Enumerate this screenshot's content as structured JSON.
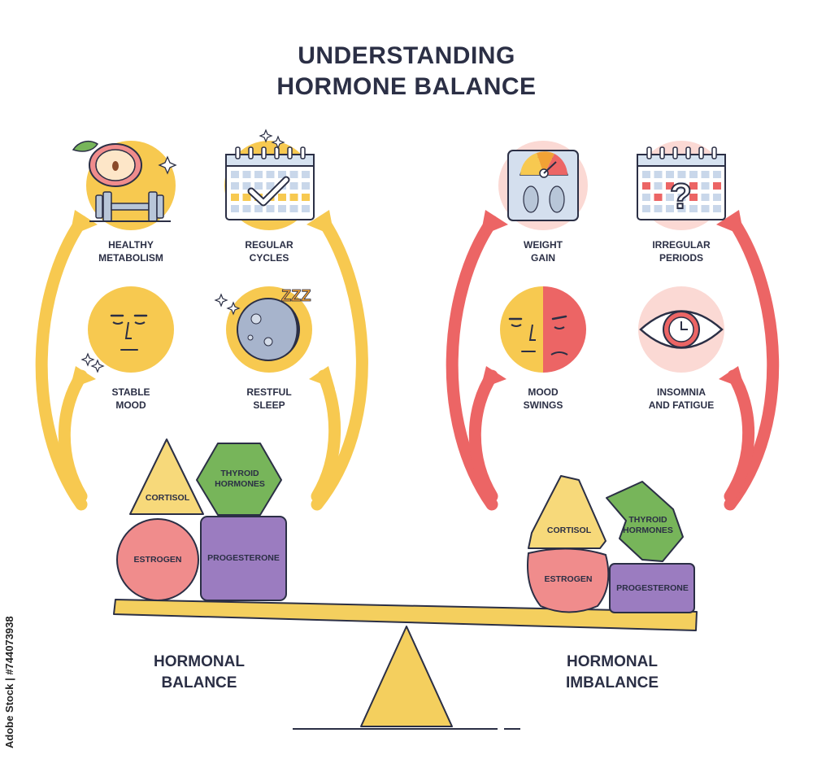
{
  "title": {
    "line1": "UNDERSTANDING",
    "line2": "HORMONE BALANCE"
  },
  "balance": {
    "heading": {
      "line1": "HORMONAL",
      "line2": "BALANCE"
    },
    "effects": [
      {
        "line1": "HEALTHY",
        "line2": "METABOLISM",
        "icon": "apple-dumbbell-icon"
      },
      {
        "line1": "REGULAR",
        "line2": "CYCLES",
        "icon": "calendar-check-icon"
      },
      {
        "line1": "STABLE",
        "line2": "MOOD",
        "icon": "calm-face-icon"
      },
      {
        "line1": "RESTFUL",
        "line2": "SLEEP",
        "icon": "moon-zzz-icon"
      }
    ],
    "hormones": {
      "cortisol": "CORTISOL",
      "thyroid_line1": "THYROID",
      "thyroid_line2": "HORMONES",
      "estrogen": "ESTROGEN",
      "progesterone": "PROGESTERONE"
    }
  },
  "imbalance": {
    "heading": {
      "line1": "HORMONAL",
      "line2": "IMBALANCE"
    },
    "effects": [
      {
        "line1": "WEIGHT",
        "line2": "GAIN",
        "icon": "scale-icon"
      },
      {
        "line1": "IRREGULAR",
        "line2": "PERIODS",
        "icon": "calendar-question-icon"
      },
      {
        "line1": "MOOD",
        "line2": "SWINGS",
        "icon": "split-face-icon"
      },
      {
        "line1": "INSOMNIA",
        "line2": "AND FATIGUE",
        "icon": "eye-clock-icon"
      }
    ],
    "hormones": {
      "cortisol": "CORTISOL",
      "thyroid_line1": "THYROID",
      "thyroid_line2": "HORMONES",
      "estrogen": "ESTROGEN",
      "progesterone": "PROGESTERONE"
    }
  },
  "stock_credit": "Adobe Stock | #744073938",
  "colors": {
    "balance_arrow": "#f7c950",
    "imbalance_arrow": "#ec6565",
    "seesaw": "#f4cf5e",
    "cortisol": "#f7d97a",
    "thyroid": "#77b55a",
    "estrogen": "#f08c8c",
    "progesterone": "#9b7cc0",
    "outline": "#2b2f45"
  }
}
